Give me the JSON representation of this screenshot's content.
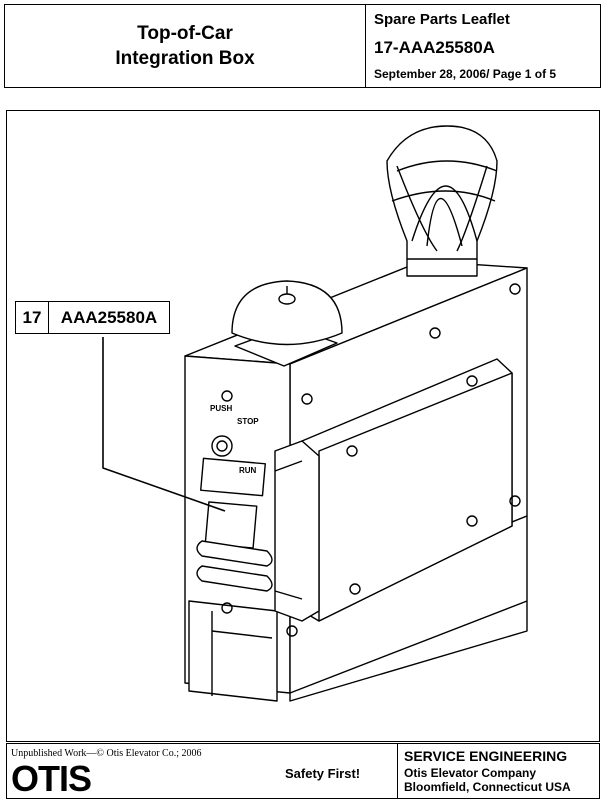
{
  "header": {
    "title_line1": "Top-of-Car",
    "title_line2": "Integration Box",
    "leaflet_label": "Spare Parts Leaflet",
    "doc_number": "17-AAA25580A",
    "date_page": "September 28, 2006/ Page 1 of 5"
  },
  "callout": {
    "item_number": "17",
    "part_number": "AAA25580A"
  },
  "drawing": {
    "button_labels": {
      "push": "PUSH",
      "stop": "STOP",
      "run": "RUN"
    }
  },
  "footer": {
    "copyright": "Unpublished Work—© Otis Elevator Co.; 2006",
    "logo_text": "OTIS",
    "safety": "Safety First!",
    "department": "SERVICE ENGINEERING",
    "company": "Otis Elevator Company",
    "location": "Bloomfield, Connecticut USA"
  },
  "colors": {
    "ink": "#000000",
    "paper": "#ffffff"
  }
}
